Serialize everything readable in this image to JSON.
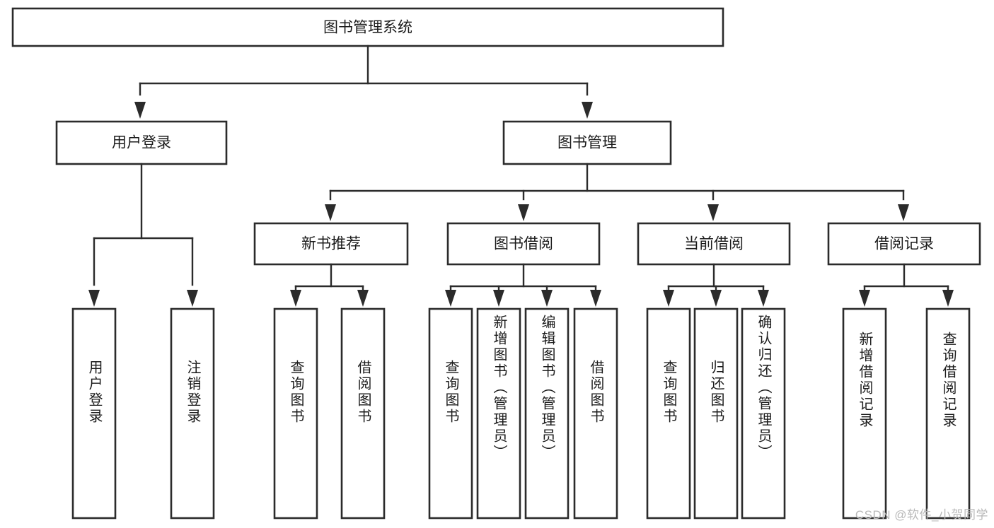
{
  "diagram": {
    "type": "tree",
    "title": "图书管理系统",
    "colors": {
      "box_fill": "#ffffff",
      "box_stroke": "#2b2b2b",
      "connector": "#2b2b2b",
      "text": "#1b1b1b",
      "watermark": "#b9b9b9"
    },
    "root": {
      "label": "图书管理系统"
    },
    "level2": [
      {
        "label": "用户登录"
      },
      {
        "label": "图书管理"
      }
    ],
    "level3": [
      {
        "label": "新书推荐"
      },
      {
        "label": "图书借阅"
      },
      {
        "label": "当前借阅"
      },
      {
        "label": "借阅记录"
      }
    ],
    "leaves": {
      "user_login": [
        {
          "label": "用户登录"
        },
        {
          "label": "注销登录"
        }
      ],
      "new_book_recommend": [
        {
          "label": "查询图书"
        },
        {
          "label": "借阅图书"
        }
      ],
      "book_borrow": [
        {
          "label": "查询图书"
        },
        {
          "label": "新增图书（管理员）"
        },
        {
          "label": "编辑图书（管理员）"
        },
        {
          "label": "借阅图书"
        }
      ],
      "current_borrow": [
        {
          "label": "查询图书"
        },
        {
          "label": "归还图书"
        },
        {
          "label": "确认归还（管理员）"
        }
      ],
      "borrow_record": [
        {
          "label": "新增借阅记录"
        },
        {
          "label": "查询借阅记录"
        }
      ]
    }
  },
  "watermark": {
    "text": "CSDN @软件_小贺同学"
  }
}
